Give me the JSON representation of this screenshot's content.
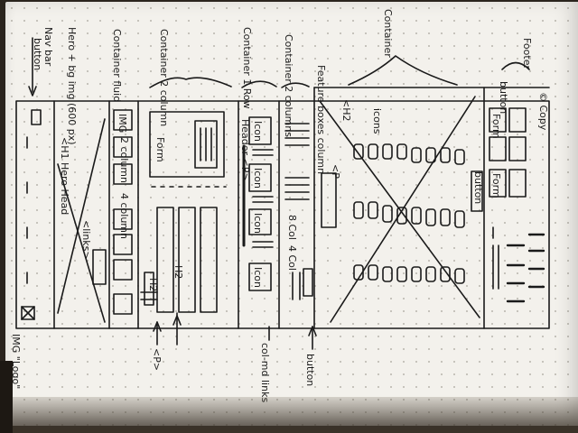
{
  "annotations": {
    "button": "button",
    "nav_bar": "Nav bar",
    "hero": "Hero + bg img (600 px)",
    "container_fluid": "Container fluid",
    "container_2col": "Container 2 column",
    "container_1row": "Container 1 Row",
    "container_2col_b": "Container 2 columns",
    "feature_boxes": "Feature boxes column",
    "container_top": "Container",
    "footer": "Footer",
    "img_logo": "IMG \"Logo\"",
    "p_label": "<P>",
    "col_md_links": "col-md links",
    "button_bottom": "button",
    "h1": "<H1 Hero Head",
    "links": "<links>",
    "col2": "2 column",
    "col4": "4 column",
    "form": "Form",
    "header_p": "Header <P>",
    "icon": "Icon",
    "eight_col": "8 Col",
    "four_col": "4 Col",
    "icons": "icons",
    "h2_label": "<H2",
    "p_small": "<P",
    "button_inline": "button",
    "copyright": "© Copy",
    "h2": "H2",
    "img": "IMG"
  }
}
